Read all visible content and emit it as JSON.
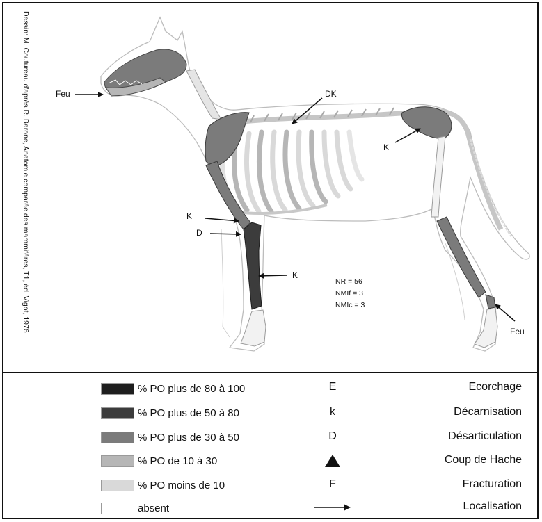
{
  "credit": "Dessin: M. Coutureau d'après R. Barone, Anatomie comparée des mammifères, T1, éd. Vigot, 1976",
  "labels": {
    "feu_head": "Feu",
    "dk": "DK",
    "k_pelvis": "K",
    "k_humerus": "K",
    "d_elbow": "D",
    "k_radius": "K",
    "feu_foot": "Feu"
  },
  "stats": {
    "nr": "NR = 56",
    "nmif": "NMIf = 3",
    "nmic": "NMIc = 3"
  },
  "legend": [
    {
      "label": "% PO plus de 80 à 100",
      "color": "#1e1e1e"
    },
    {
      "label": "% PO  plus de 50 à 80",
      "color": "#3c3c3c"
    },
    {
      "label": "% PO plus de 30 à 50",
      "color": "#7b7b7b"
    },
    {
      "label": "% PO de 10 à 30",
      "color": "#b6b6b6"
    },
    {
      "label": "% PO moins de 10",
      "color": "#d9d9d9"
    },
    {
      "label": "absent",
      "color": "#ffffff"
    }
  ],
  "symbols": [
    {
      "symbol": "E",
      "label": "Ecorchage"
    },
    {
      "symbol": "k",
      "label": "Décarnisation"
    },
    {
      "symbol": "D",
      "label": "Désarticulation"
    },
    {
      "symbol": "triangle-icon",
      "label": "Coup de Hache"
    },
    {
      "symbol": "F",
      "label": "Fracturation"
    },
    {
      "symbol": "arrow-icon",
      "label": "Localisation"
    }
  ]
}
